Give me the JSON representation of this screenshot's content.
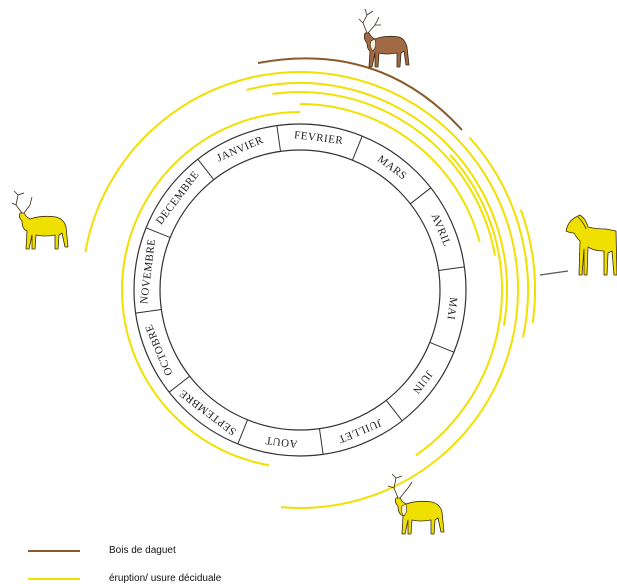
{
  "months": [
    "JANVIER",
    "FEVRIER",
    "MARS",
    "AVRIL",
    "MAI",
    "JUIN",
    "JUILLET",
    "AOUT",
    "SEPTEMBRE",
    "OCTOBRE",
    "NOVEMBRE",
    "DECEMBRE"
  ],
  "colors": {
    "antler": "#8b5a2b",
    "dental": "#f2e000",
    "ring": "#333333",
    "caribou_brown": "#a06a44",
    "animal_yellow": "#f0e000"
  },
  "icons": [
    "caribou-brown-icon",
    "caribou-yellow-left-icon",
    "horse-yellow-icon",
    "caribou-yellow-bottom-icon"
  ],
  "legend": [
    {
      "label": "Bois de daguet",
      "color": "#8b5a2b"
    },
    {
      "label": "éruption/ usure déciduale",
      "color": "#f2e000"
    }
  ]
}
